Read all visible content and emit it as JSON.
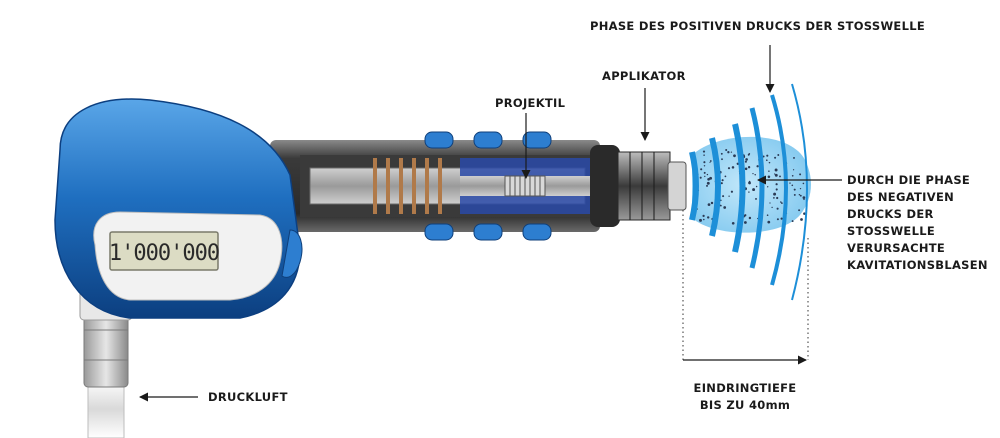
{
  "labels": {
    "positive_phase": "PHASE DES POSITIVEN DRUCKS DER STOSSWELLE",
    "applicator": "APPLIKATOR",
    "projectile": "PROJEKTIL",
    "cavitation": [
      "DURCH DIE PHASE",
      "DES NEGATIVEN",
      "DRUCKS DER",
      "STOSSWELLE",
      "VERURSACHTE",
      "KAVITATIONSBLASEN"
    ],
    "compressed_air": "DRUCKLUFT",
    "depth": [
      "EINDRINGTIEFE",
      "BIS ZU 40mm"
    ]
  },
  "display": {
    "counter": "1'000'000"
  },
  "colors": {
    "device_blue": "#1f6fc0",
    "wave_blue": "#1d8fd8",
    "cloud_blue": "#8fd0f2"
  }
}
